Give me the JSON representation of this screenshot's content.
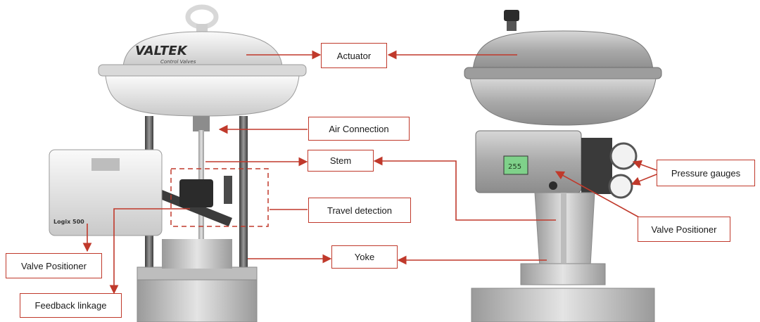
{
  "labels": {
    "actuator": "Actuator",
    "air_connection": "Air Connection",
    "stem": "Stem",
    "travel_detection": "Travel detection",
    "yoke": "Yoke",
    "valve_positioner_left": "Valve Positioner",
    "feedback_linkage": "Feedback linkage",
    "pressure_gauges": "Pressure gauges",
    "valve_positioner_right": "Valve Positioner"
  },
  "branding": {
    "actuator_brand": "VALTEK",
    "actuator_sub": "Control Valves",
    "positioner_brand": "Logix 500",
    "display_reading": "255"
  },
  "colors": {
    "callout": "#c0392b",
    "actuator_white": "#e6e6e6",
    "actuator_grey": "#a8a8a8",
    "positioner_green": "#7fd18a"
  }
}
